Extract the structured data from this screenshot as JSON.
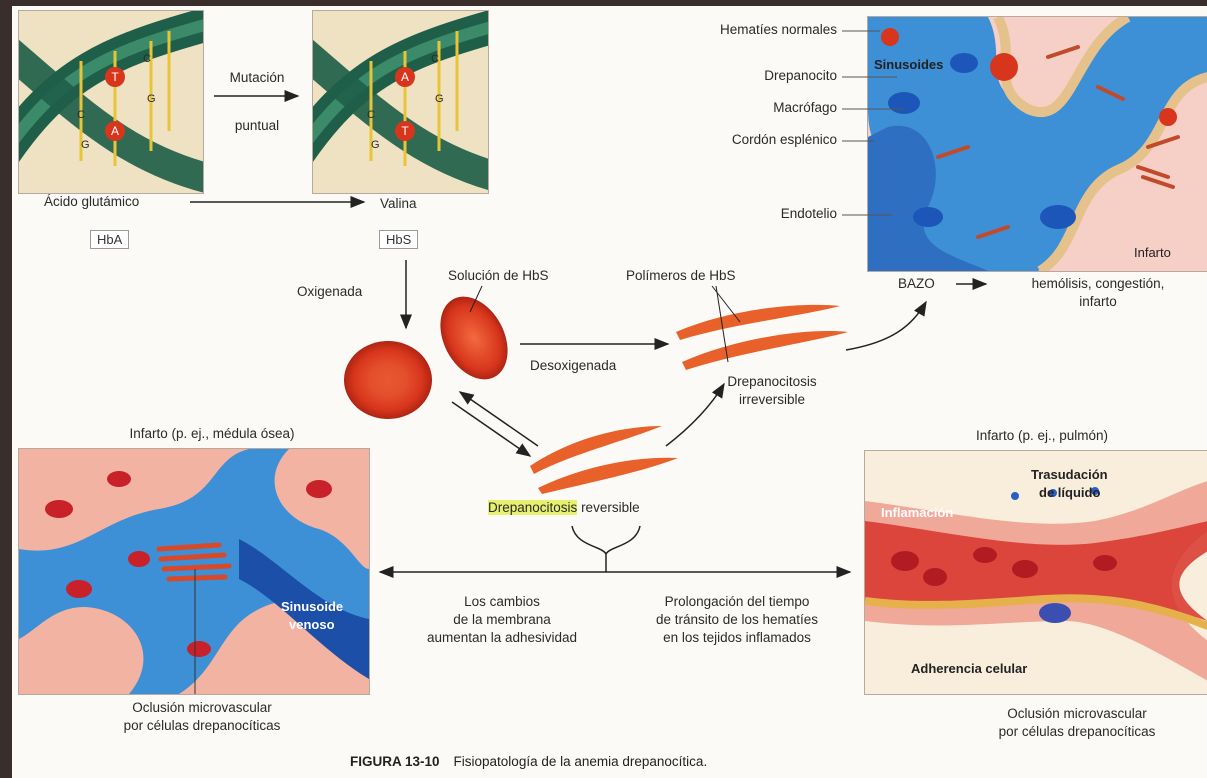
{
  "dna": {
    "mutation_top": "Mutación",
    "mutation_bottom": "puntual",
    "bases_left": [
      "C",
      "T",
      "C",
      "A",
      "G",
      "G"
    ],
    "bases_right": [
      "C",
      "A",
      "C",
      "T",
      "G",
      "G"
    ],
    "acid": "Ácido glutámico",
    "acid_box": "HbA",
    "valine": "Valina",
    "valine_box": "HbS"
  },
  "spleen": {
    "labels": [
      "Hematíes normales",
      "Drepanocito",
      "Macrófago",
      "Cordón esplénico",
      "Endotelio"
    ],
    "sinusoides": "Sinusoides",
    "infarto": "Infarto",
    "bazo": "BAZO",
    "result_line1": "hemólisis, congestión,",
    "result_line2": "infarto"
  },
  "center": {
    "oxigenada": "Oxigenada",
    "solucion": "Solución de HbS",
    "polimeros": "Polímeros de HbS",
    "desoxigenada": "Desoxigenada",
    "irrev_line1": "Drepanocitosis",
    "irrev_line2": "irreversible",
    "rev_highlight": "Drepanocitosis",
    "rev_rest": "reversible"
  },
  "left_panel": {
    "title": "Infarto (p. ej., médula ósea)",
    "sinusoide_line1": "Sinusoide",
    "sinusoide_line2": "venoso",
    "occl_line1": "Oclusión microvascular",
    "occl_line2": "por células drepanocíticas"
  },
  "right_panel": {
    "title": "Infarto (p. ej., pulmón)",
    "inflamacion": "Inflamación",
    "trasudacion_line1": "Trasudación",
    "trasudacion_line2": "de líquido",
    "adherencia": "Adherencia celular",
    "occl_line1": "Oclusión microvascular",
    "occl_line2": "por células drepanocíticas"
  },
  "bottom": {
    "left_line1": "Los cambios",
    "left_line2": "de la membrana",
    "left_line3": "aumentan la adhesividad",
    "right_line1": "Prolongación del tiempo",
    "right_line2": "de tránsito de los hematíes",
    "right_line3": "en los tejidos inflamados"
  },
  "caption": {
    "figure": "FIGURA 13-10",
    "text": "Fisiopatología de la anemia drepanocítica."
  },
  "colors": {
    "rbc": "#d8361c",
    "sickle": "#e8602a",
    "helix": "#1f5f4a",
    "vessel_blue": "#3d8fd6",
    "tissue_pink": "#f3b3a2",
    "spleen_pink": "#f6cfc6"
  }
}
